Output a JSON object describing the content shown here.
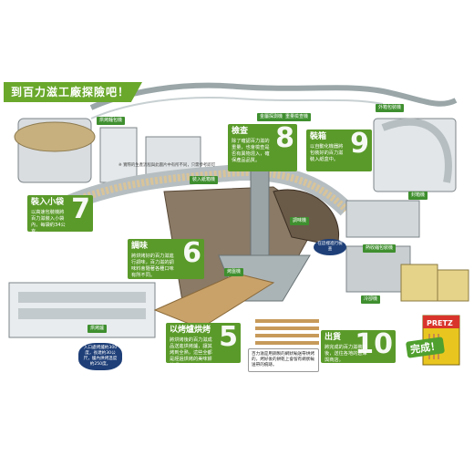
{
  "title": "到百力滋工廠探險吧！",
  "caption_top": "※ 實際的生產流程與此圖片中有所不同，只需參考即可",
  "steps": [
    {
      "num": "5",
      "head": "以烤爐烘烤",
      "body": "將烘烤後的百力滋成品送進烘烤爐，讓其烤到全熟，這些全都是經過烘烤的美味餅乾喔。"
    },
    {
      "num": "6",
      "head": "調味",
      "body": "將烘烤好的百力滋進行調味，百力滋的調味料會隨著各種口味有所不同。"
    },
    {
      "num": "7",
      "head": "裝入小袋",
      "body": "以高速包裝機將百力滋裝入小袋內，每袋約34公克。"
    },
    {
      "num": "8",
      "head": "檢查",
      "body": "除了確認百力滋的重量，也會檢查是否有異物混入，確保產品品質。"
    },
    {
      "num": "9",
      "head": "裝箱",
      "body": "以自動化機器將包裝好的百力滋裝入紙盒中。"
    },
    {
      "num": "10",
      "head": "出貨",
      "body": "將完成的百力滋裝箱後，送往各地的倉庫與商店。"
    }
  ],
  "labels": {
    "l1": "烘烤麵包機",
    "l2": "金屬探測機",
    "l3": "重量檢查機",
    "l4": "裝入紙箱機",
    "l5": "調味機",
    "l6": "烘烤爐",
    "l7": "外箱包裝機",
    "l8": "熱收縮包裝機",
    "l9": "封箱機",
    "l10": "冷卻機",
    "l11": "烤盤機"
  },
  "notes": {
    "n1": "在這裡進行檢查",
    "n2": "入口處烤爐約300度，長達約30公尺，爐內烘烤溫度約250度。"
  },
  "explain": "百力滋是用鋼製的網狀輸送帶烘烤的，烤好後的餅乾上會留有網狀輸送帶的痕跡。",
  "done": "完成！",
  "product": "PRETZ",
  "colors": {
    "green": "#5a9a2a",
    "dark_green": "#3f8f2f",
    "navy": "#1e3f78"
  }
}
